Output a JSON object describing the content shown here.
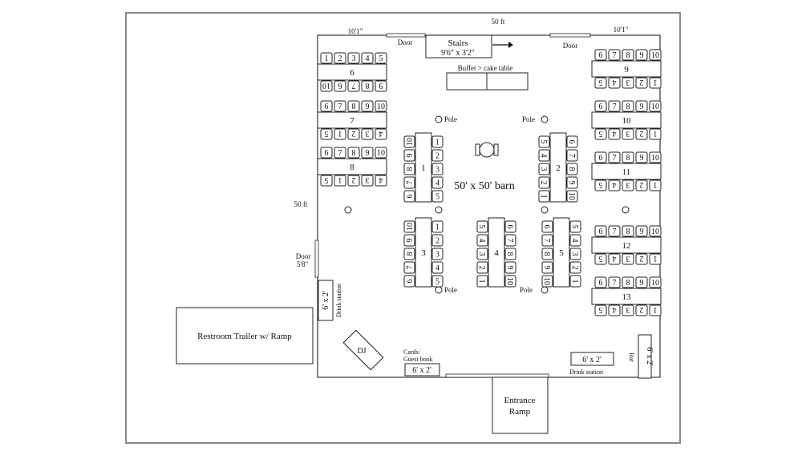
{
  "labels": {
    "top_width": "50 ft",
    "side_height": "50 ft",
    "left_segment": "10'1\"",
    "right_segment": "10'1\"",
    "door_top_left": "Door",
    "door_top_right": "Door",
    "stairs_title": "Stairs",
    "stairs_size": "9'6\" x 3'2\"",
    "buffet": "Buffet > cake table",
    "pole": "Pole",
    "barn": "50' x 50' barn",
    "door_left": "Door",
    "door_left_size": "5'8\"",
    "drink_left_size": "6' x 2'",
    "drink_left": "Drink station",
    "restroom": "Restroom Trailer w/ Ramp",
    "dj": "DJ",
    "cards_1": "Cards/",
    "cards_2": "Guest book",
    "cards_size": "6' x 2'",
    "drink_right_size": "6' x 2'",
    "drink_right": "Drink station",
    "bar": "Bar",
    "bar_size": "6' x 2'",
    "entrance_1": "Entrance",
    "entrance_2": "Ramp"
  },
  "tables": [
    {
      "id": "6",
      "label": "6"
    },
    {
      "id": "7",
      "label": "7"
    },
    {
      "id": "8",
      "label": "8"
    },
    {
      "id": "9",
      "label": "9"
    },
    {
      "id": "10",
      "label": "10"
    },
    {
      "id": "11",
      "label": "11"
    },
    {
      "id": "12",
      "label": "12"
    },
    {
      "id": "13",
      "label": "13"
    },
    {
      "id": "1",
      "label": "1"
    },
    {
      "id": "2",
      "label": "2"
    },
    {
      "id": "3",
      "label": "3"
    },
    {
      "id": "4",
      "label": "4"
    },
    {
      "id": "5",
      "label": "5"
    }
  ],
  "seats": [
    "1",
    "2",
    "3",
    "4",
    "5",
    "6",
    "7",
    "8",
    "9",
    "10"
  ]
}
